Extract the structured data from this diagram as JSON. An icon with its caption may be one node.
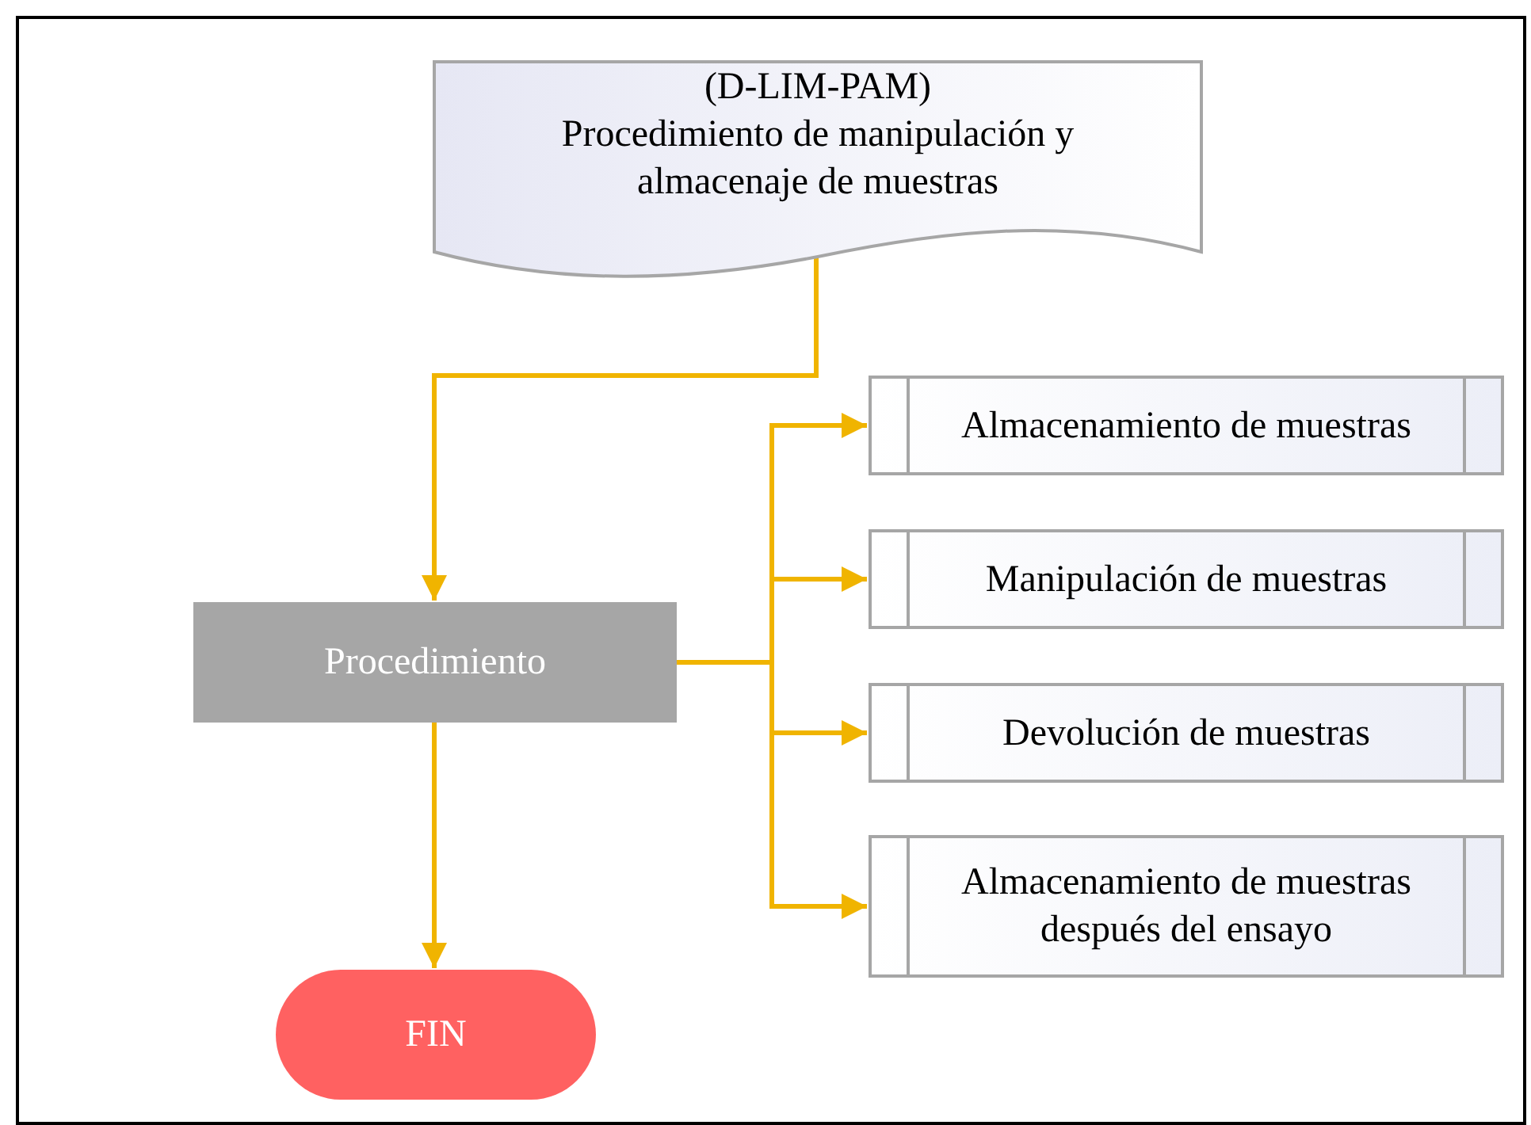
{
  "diagram": {
    "nodes": [
      {
        "text": [
          "(D-LIM-PAM)",
          "Procedimiento de manipulación y almacenaje de muestras"
        ]
      },
      {
        "text": [
          "Procedimiento"
        ]
      },
      {
        "text": [
          "Almacenamiento de muestras"
        ]
      },
      {
        "text": [
          "Manipulación de muestras"
        ]
      },
      {
        "text": [
          "Devolución de muestras"
        ]
      },
      {
        "text": [
          "Almacenamiento de muestras después del ensayo"
        ]
      },
      {
        "text": [
          "FIN"
        ]
      }
    ],
    "edges": [
      {
        "from": 0,
        "to": 1,
        "arrow": "to"
      },
      {
        "from": 1,
        "to": 2,
        "arrow": "to"
      },
      {
        "from": 1,
        "to": 3,
        "arrow": "to"
      },
      {
        "from": 1,
        "to": 4,
        "arrow": "to"
      },
      {
        "from": 1,
        "to": 5,
        "arrow": "to"
      },
      {
        "from": 1,
        "to": 6,
        "arrow": "to"
      }
    ]
  }
}
